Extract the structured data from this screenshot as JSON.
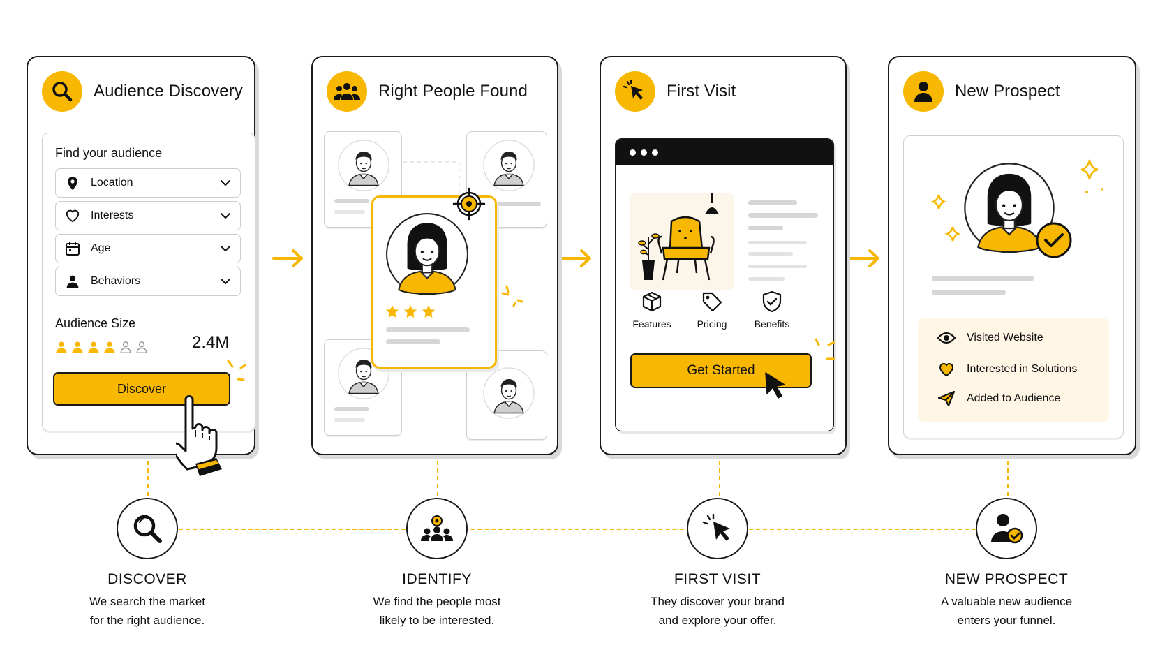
{
  "colors": {
    "accent": "#F8B700",
    "ink": "#1a1a1a",
    "muted": "#d6d6d6",
    "cream": "#FFF6E6"
  },
  "cards": {
    "discovery": {
      "title": "Audience Discovery",
      "find_label": "Find your audience",
      "fields": [
        {
          "label": "Location",
          "icon": "location-pin-icon"
        },
        {
          "label": "Interests",
          "icon": "heart-icon"
        },
        {
          "label": "Age",
          "icon": "calendar-icon"
        },
        {
          "label": "Behaviors",
          "icon": "person-icon"
        }
      ],
      "size_label": "Audience Size",
      "size_value": "2.4M",
      "button_label": "Discover"
    },
    "found": {
      "title": "Right People Found",
      "rating": 3
    },
    "visit": {
      "title": "First Visit",
      "features": [
        {
          "label": "Features",
          "icon": "box-icon"
        },
        {
          "label": "Pricing",
          "icon": "price-tag-icon"
        },
        {
          "label": "Benefits",
          "icon": "shield-check-icon"
        }
      ],
      "button_label": "Get Started"
    },
    "prospect": {
      "title": "New Prospect",
      "statuses": [
        {
          "label": "Visited Website",
          "icon": "eye-icon"
        },
        {
          "label": "Interested in Solutions",
          "icon": "heart-icon"
        },
        {
          "label": "Added to Audience",
          "icon": "paper-plane-icon"
        }
      ]
    }
  },
  "steps": [
    {
      "title": "DISCOVER",
      "line1": "We search the market",
      "line2": "for the right audience."
    },
    {
      "title": "IDENTIFY",
      "line1": "We find the people most",
      "line2": "likely to be interested."
    },
    {
      "title": "FIRST VISIT",
      "line1": "They discover your brand",
      "line2": "and explore your offer."
    },
    {
      "title": "NEW PROSPECT",
      "line1": "A valuable new audience",
      "line2": "enters your funnel."
    }
  ]
}
